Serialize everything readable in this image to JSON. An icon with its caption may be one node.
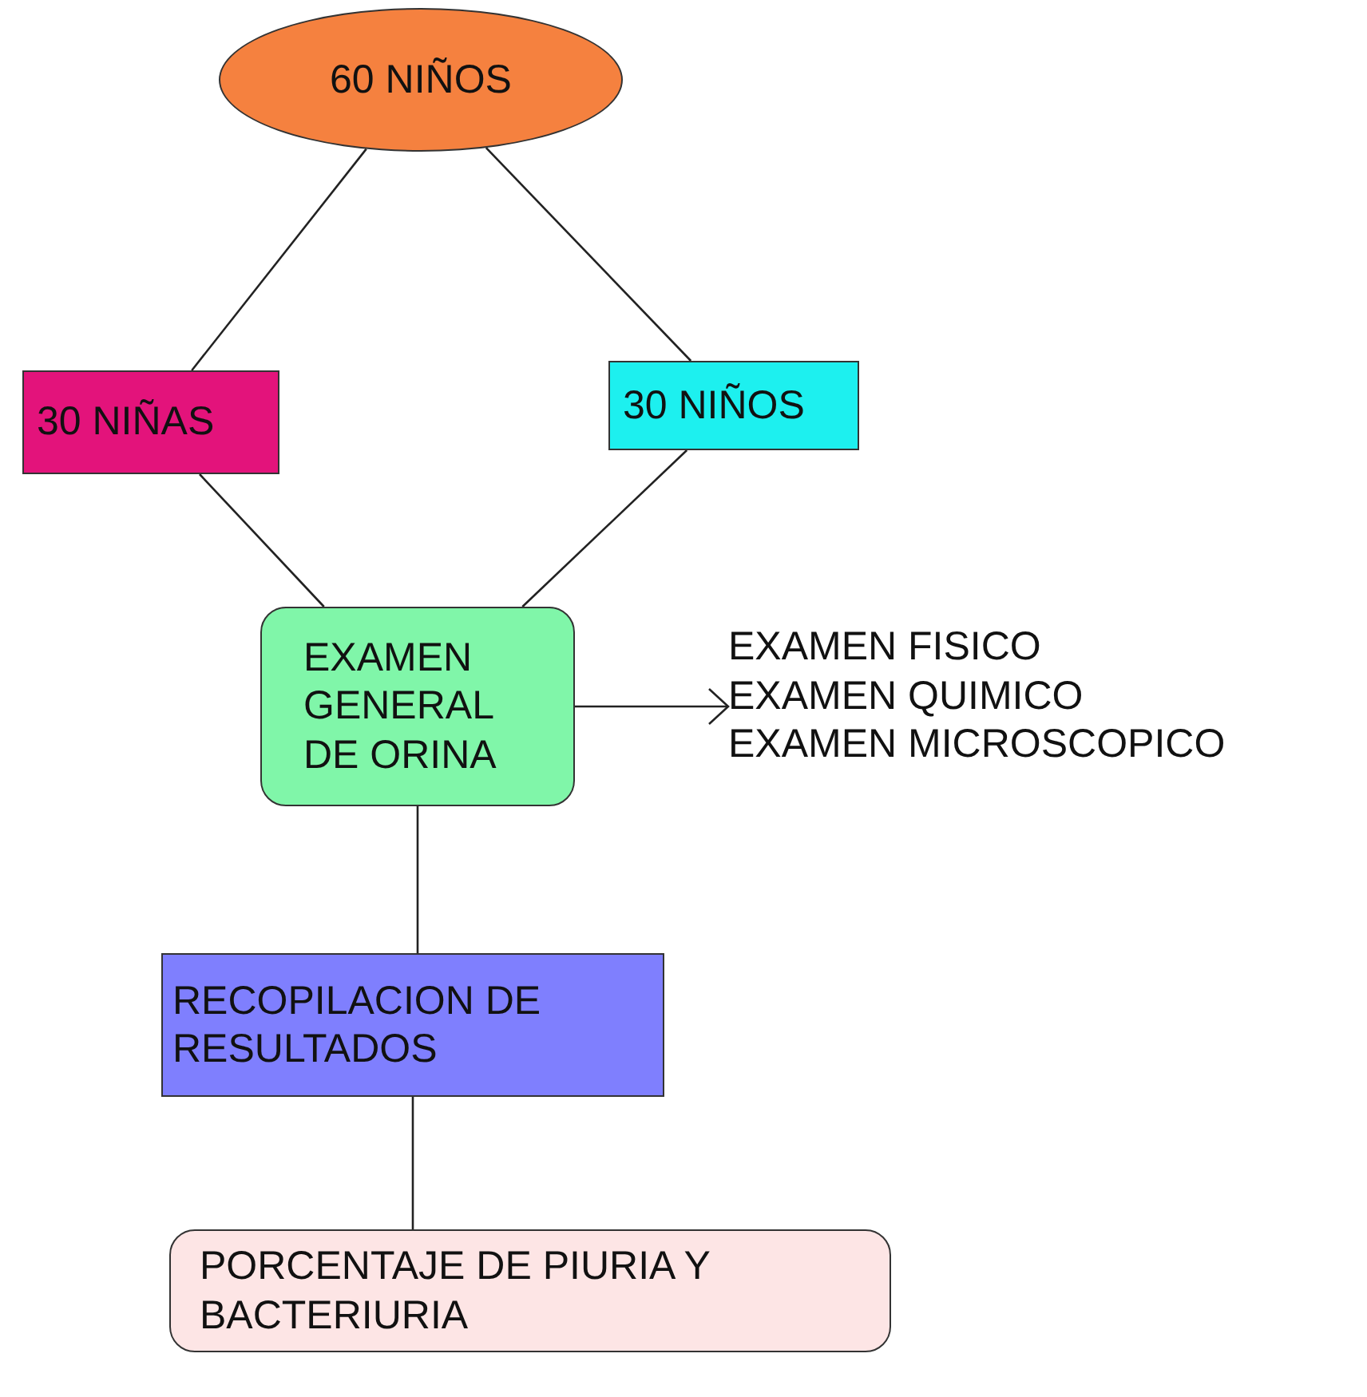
{
  "diagram": {
    "nodes": [
      {
        "text": [
          "60 NIÑOS"
        ]
      },
      {
        "text": [
          "30 NIÑAS"
        ]
      },
      {
        "text": [
          "30 NIÑOS"
        ]
      },
      {
        "text": [
          "EXAMEN GENERAL DE ORINA"
        ]
      },
      {
        "text": [
          "EXAMEN FISICO",
          "EXAMEN QUIMICO",
          "EXAMEN MICROSCOPICO"
        ]
      },
      {
        "text": [
          "RECOPILACION DE RESULTADOS"
        ]
      },
      {
        "text": [
          "PORCENTAJE DE PIURIA Y BACTERIURIA"
        ]
      }
    ],
    "edges": [
      {
        "from": 0,
        "to": 1,
        "arrow": "none"
      },
      {
        "from": 0,
        "to": 2,
        "arrow": "none"
      },
      {
        "from": 1,
        "to": 3,
        "arrow": "none"
      },
      {
        "from": 2,
        "to": 3,
        "arrow": "none"
      },
      {
        "from": 3,
        "to": 4,
        "arrow": "to"
      },
      {
        "from": 3,
        "to": 5,
        "arrow": "none"
      },
      {
        "from": 5,
        "to": 6,
        "arrow": "none"
      }
    ]
  }
}
